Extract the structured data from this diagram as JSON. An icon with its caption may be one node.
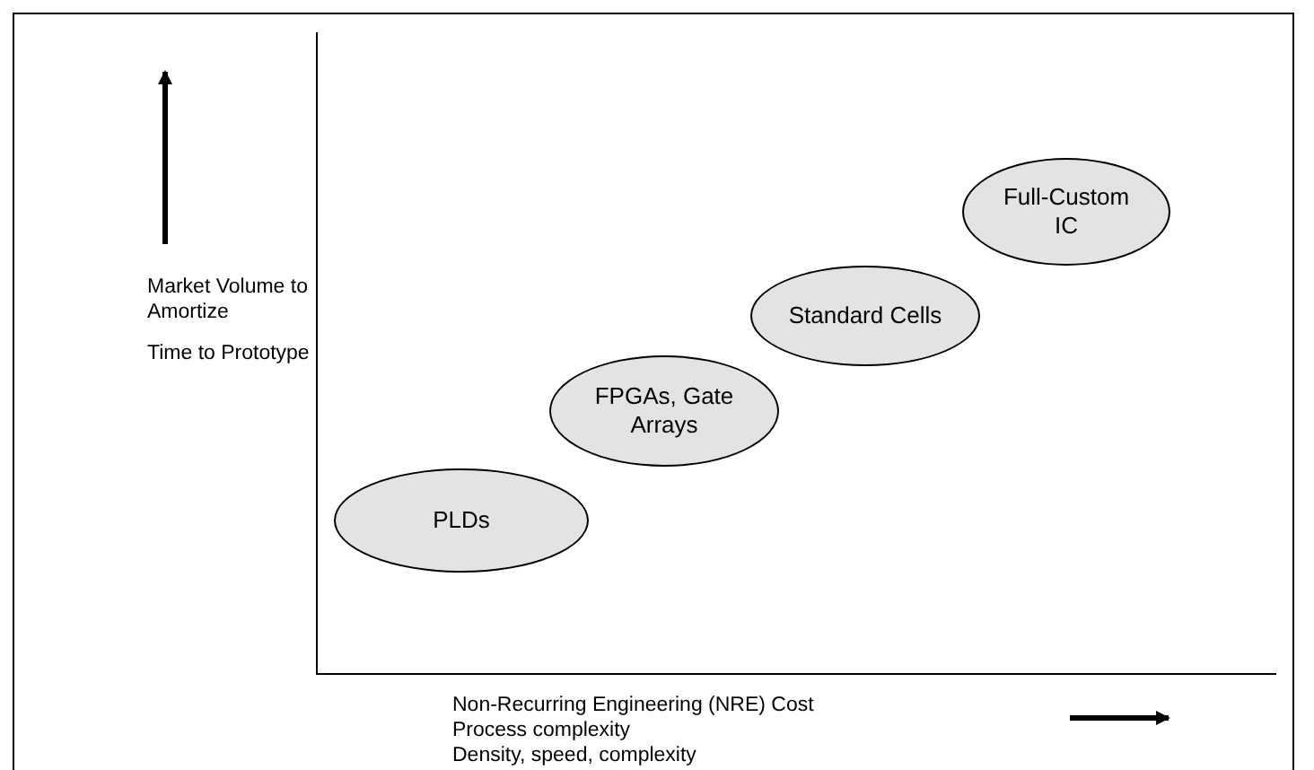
{
  "diagram": {
    "nodes": [
      {
        "text": [
          "PLDs"
        ]
      },
      {
        "text": [
          "FPGAs, Gate Arrays"
        ]
      },
      {
        "text": [
          "Standard Cells"
        ]
      },
      {
        "text": [
          "Full-Custom IC"
        ]
      }
    ],
    "labels": [
      "Market Volume to Amortize",
      "Time to Prototype",
      "Non-Recurring Engineering (NRE) Cost",
      "Process complexity",
      "Density, speed, complexity"
    ]
  }
}
